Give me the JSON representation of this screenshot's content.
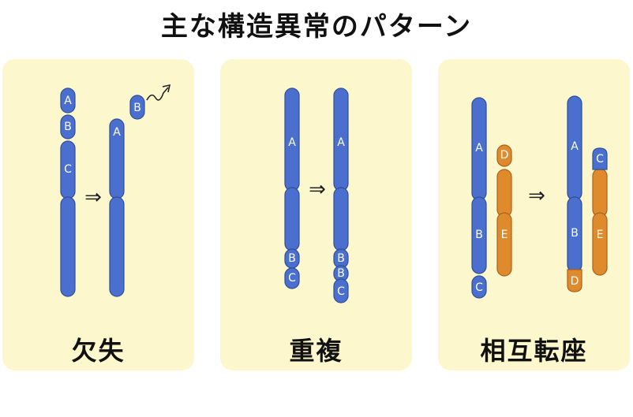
{
  "title": "主な構造異常のパターン",
  "colors": {
    "blue": "#4a6fcf",
    "orange": "#e08a2e",
    "outline": "#2f4f96",
    "outline_orange": "#a8621b",
    "panel": "#fdf7cd"
  },
  "panels": [
    {
      "label": "欠失",
      "arrow": "⇒"
    },
    {
      "label": "重複",
      "arrow": "⇒"
    },
    {
      "label": "相互転座",
      "arrow": "⇒"
    }
  ],
  "segment_letters": {
    "deletion_before": [
      "A",
      "B",
      "C"
    ],
    "deletion_after": [
      "A"
    ],
    "deletion_fragment": "B",
    "duplication_before": [
      "A",
      "B",
      "C"
    ],
    "duplication_after": [
      "A",
      "B",
      "B",
      "C"
    ],
    "translocation_before_1": [
      "A",
      "B",
      "C"
    ],
    "translocation_before_2": [
      "D",
      "E"
    ],
    "translocation_after_1": [
      "A",
      "B",
      "D"
    ],
    "translocation_after_2": [
      "C",
      "E"
    ]
  }
}
